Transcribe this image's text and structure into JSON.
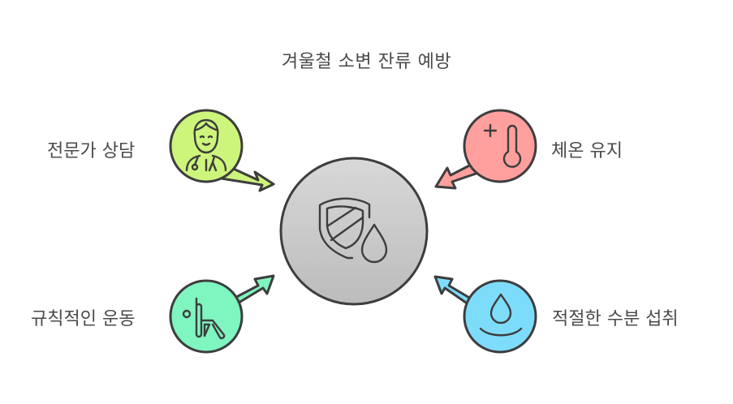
{
  "title": "겨울철 소변 잔류 예방",
  "center": {
    "icon": "shield-water-drop-icon",
    "fill_top": "#d6d6d6",
    "fill_bottom": "#bdbdbd",
    "stroke": "#3d3d3d"
  },
  "nodes": [
    {
      "id": "consult",
      "label": "전문가 상담",
      "icon": "doctor-stethoscope-icon",
      "color": "#cdf57c",
      "position": "top-left",
      "arrow_direction": "toward-center"
    },
    {
      "id": "temperature",
      "label": "체온 유지",
      "icon": "thermometer-plus-icon",
      "color": "#ffa09e",
      "position": "top-right",
      "arrow_direction": "toward-center"
    },
    {
      "id": "exercise",
      "label": "규칙적인 운동",
      "icon": "stretching-person-icon",
      "color": "#7ff5c0",
      "position": "bottom-left",
      "arrow_direction": "away-from-center"
    },
    {
      "id": "hydration",
      "label": "적절한 수분 섭취",
      "icon": "water-drop-smile-icon",
      "color": "#7edcfb",
      "position": "bottom-right",
      "arrow_direction": "away-from-center"
    }
  ],
  "colors": {
    "stroke": "#3d3d3d",
    "text": "#4a4a4a"
  }
}
